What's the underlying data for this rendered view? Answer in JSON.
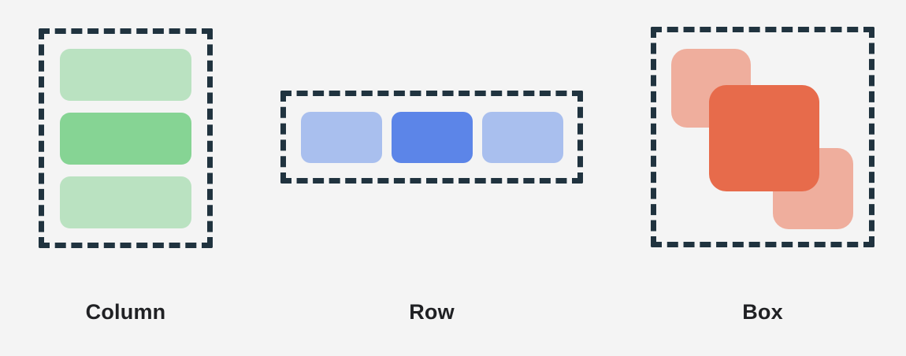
{
  "page": {
    "background": "#F4F4F4"
  },
  "colors": {
    "page_bg": "#F4F4F4",
    "outline": "#20333F",
    "label_text": "#202124",
    "green_light": "#BAE2C1",
    "green_dark": "#86D494",
    "blue_light": "#A9BFEE",
    "blue_dark": "#5C85E8",
    "orange_light": "#EFAE9D",
    "orange_dark": "#E76B4B"
  },
  "sections": [
    {
      "id": "column",
      "label": "Column",
      "orientation": "vertical",
      "children": [
        {
          "tone": "light"
        },
        {
          "tone": "dark"
        },
        {
          "tone": "light"
        }
      ]
    },
    {
      "id": "row",
      "label": "Row",
      "orientation": "horizontal",
      "children": [
        {
          "tone": "light"
        },
        {
          "tone": "dark"
        },
        {
          "tone": "light"
        }
      ]
    },
    {
      "id": "box",
      "label": "Box",
      "orientation": "stacked",
      "children": [
        {
          "tone": "light",
          "position": "back-top-left"
        },
        {
          "tone": "dark",
          "position": "front-center"
        },
        {
          "tone": "light",
          "position": "back-bottom-right"
        }
      ]
    }
  ]
}
